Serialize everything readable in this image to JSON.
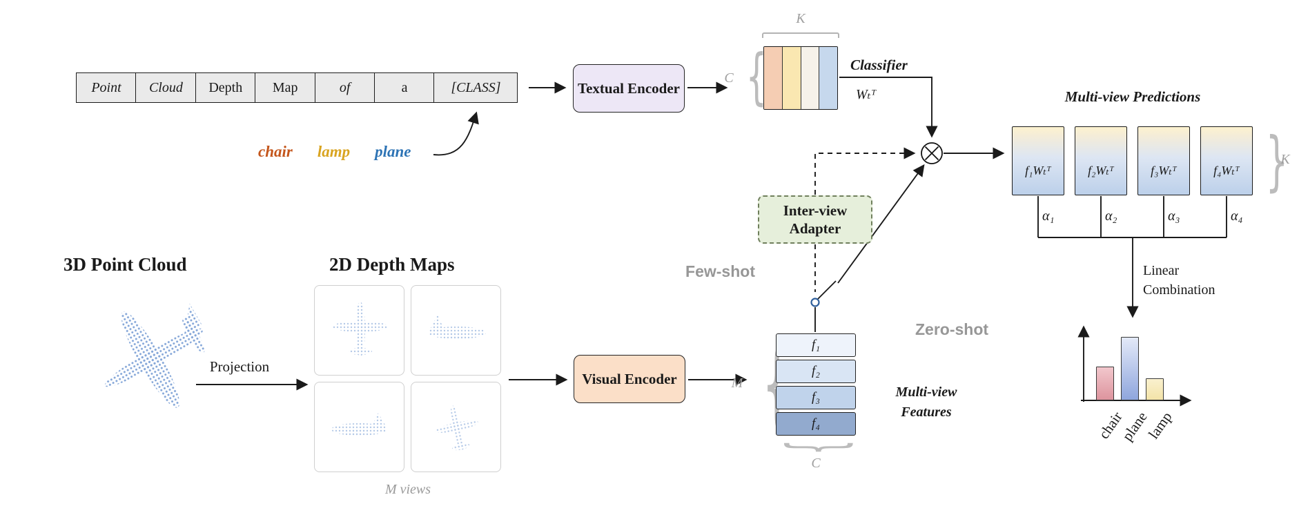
{
  "prompt": {
    "cells": [
      "Point",
      "Cloud",
      "Depth",
      "Map",
      "of",
      "a",
      "[CLASS]"
    ],
    "classes": [
      {
        "label": "chair",
        "color": "#c4561c"
      },
      {
        "label": "lamp",
        "color": "#d9a420"
      },
      {
        "label": "plane",
        "color": "#2e74b5"
      }
    ]
  },
  "textual_encoder": "Textual Encoder",
  "visual_encoder": "Visual Encoder",
  "classifier": {
    "title": "Classifier",
    "weights": "Wₜᵀ",
    "k": "K",
    "c": "C"
  },
  "adapter": {
    "title": "Inter-view Adapter"
  },
  "paths": {
    "few_shot": "Few-shot",
    "zero_shot": "Zero-shot"
  },
  "left": {
    "pointcloud_title": "3D Point Cloud",
    "depthmaps_title": "2D Depth Maps",
    "projection": "Projection",
    "views": "M views"
  },
  "features": {
    "rows": [
      "f₁",
      "f₂",
      "f₃",
      "f₄"
    ],
    "m": "M",
    "c": "C",
    "caption": "Multi-view Features"
  },
  "predictions": {
    "title": "Multi-view Predictions",
    "boxes": [
      "f₁Wₜᵀ",
      "f₂Wₜᵀ",
      "f₃Wₜᵀ",
      "f₄Wₜᵀ"
    ],
    "alphas": [
      "α₁",
      "α₂",
      "α₃",
      "α₄"
    ],
    "k": "K",
    "combine": "Linear Combination"
  },
  "chart_data": {
    "type": "bar",
    "categories": [
      "chair",
      "plane",
      "lamp"
    ],
    "values": [
      0.45,
      0.85,
      0.3
    ],
    "ylim": [
      0,
      1
    ],
    "colors": [
      "#e39ca6",
      "#9fb4e2",
      "#f6ecc3"
    ],
    "axes_labeled": false,
    "legend": false
  }
}
